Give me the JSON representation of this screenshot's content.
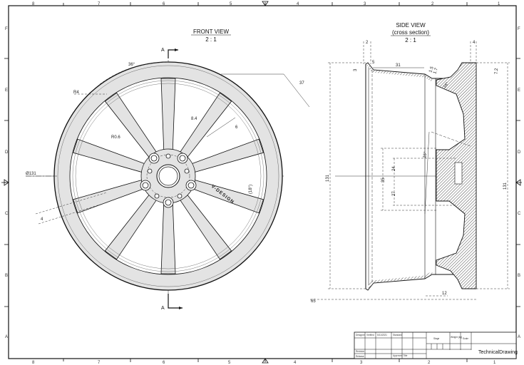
{
  "sheet": {
    "border_zones_top": [
      "8",
      "7",
      "6",
      "5",
      "4",
      "3",
      "2",
      "1"
    ],
    "border_zones_side": [
      "F",
      "E",
      "D",
      "C",
      "B",
      "A"
    ],
    "line_color": "#111111",
    "shade_color": "#d9d9d9"
  },
  "front_view": {
    "title": "FRONT VIEW",
    "scale": "2 : 1",
    "section_marker_top": "A",
    "section_marker_bottom": "A",
    "brand_text": "V-DESIGN",
    "dimensions": {
      "angle_top": "36°",
      "radius_outer": "R4",
      "radius_inner": "R0.6",
      "diameter": "Ø131",
      "spoke_width": "8.4",
      "spoke_gap": "6",
      "spoke_length": "37",
      "spoke_angle": "(18°)",
      "spoke_small": "4"
    }
  },
  "side_view": {
    "title": "SIDE VIEW",
    "subtitle": "(cross section)",
    "scale": "2 : 1",
    "dimensions": {
      "top_left": "2",
      "top_right": "4",
      "rim_left": "3",
      "rim_radius": "5",
      "flat_length": "31",
      "thickness": "1.5",
      "thickness2": "1.7",
      "angle_right": "16°",
      "right_step": "7.2",
      "overall_height_left": "131",
      "overall_height_right": "131",
      "hub_span": "35",
      "hub_upper": "24",
      "hub_lower": "27",
      "draft_angle": "15°",
      "bottom_width": "12",
      "overall_width": "65"
    }
  },
  "title_block": {
    "row1": [
      "Designer",
      "Verified",
      "5/11/2021",
      "Standard"
    ],
    "row3_label": "Revision",
    "row4_label": "Release",
    "row4_note": "Approved Title",
    "stage_label": "Stage",
    "weight_label": "Weight (kg)",
    "scale_label": "Scale",
    "company": "TechnicalDrawing"
  }
}
